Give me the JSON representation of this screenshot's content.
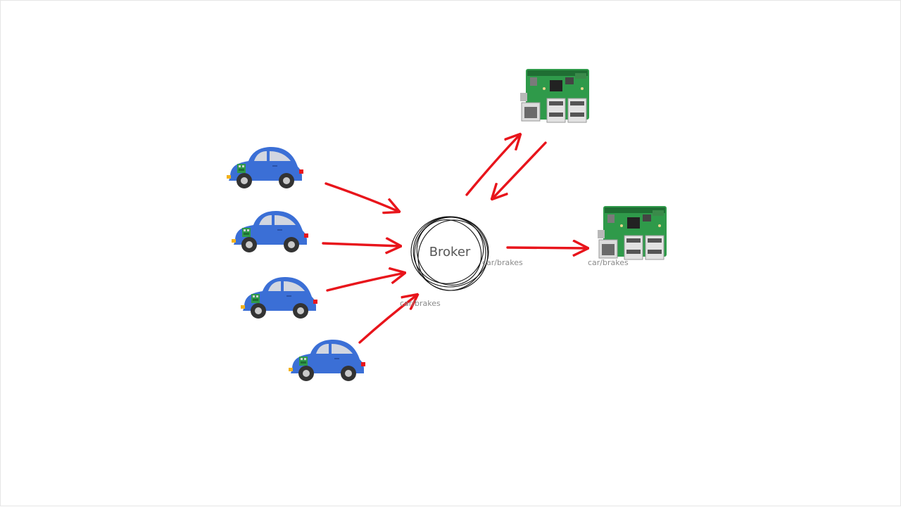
{
  "broker": {
    "label": "Broker"
  },
  "topics": {
    "inbound": "car/brakes",
    "outbound": "car/brakes",
    "subscriber": "car/brakes"
  },
  "icons": {
    "car": "car-icon",
    "board": "raspberry-pi-icon",
    "broker": "broker-circle-icon"
  },
  "colors": {
    "arrow": "#e8141b",
    "car_body": "#3b6fd6",
    "car_window": "#d2d6e0",
    "board_pcb": "#2f9a4a",
    "broker_stroke": "#111111"
  }
}
